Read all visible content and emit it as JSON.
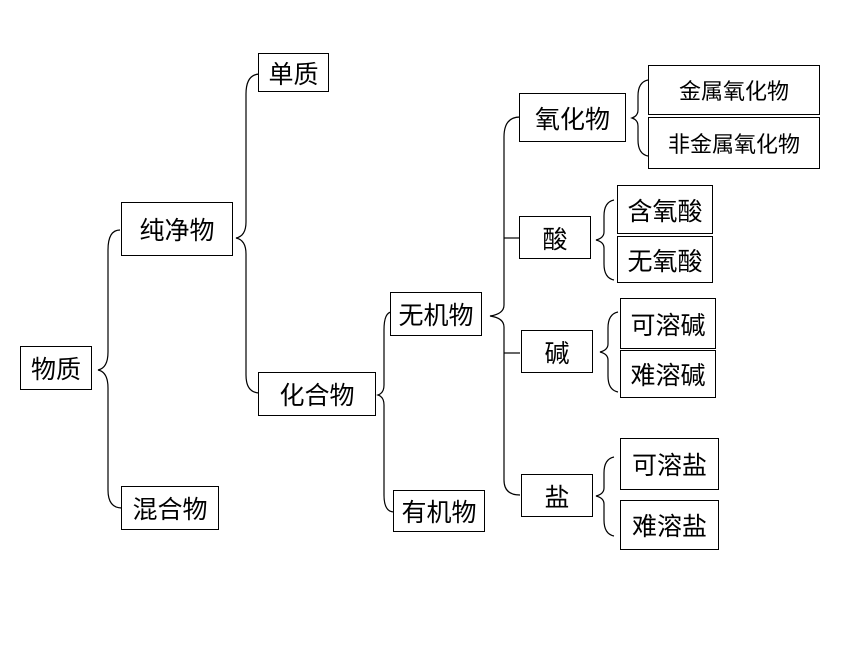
{
  "nodes": {
    "matter": "物质",
    "pure": "纯净物",
    "mixture": "混合物",
    "element": "单质",
    "compound": "化合物",
    "inorganic": "无机物",
    "organic": "有机物",
    "oxide": "氧化物",
    "acid": "酸",
    "base": "碱",
    "salt": "盐",
    "metal_oxide": "金属氧化物",
    "nonmetal_oxide": "非金属氧化物",
    "oxyacid": "含氧酸",
    "non_oxyacid": "无氧酸",
    "soluble_base": "可溶碱",
    "insoluble_base": "难溶碱",
    "soluble_salt": "可溶盐",
    "insoluble_salt": "难溶盐"
  }
}
